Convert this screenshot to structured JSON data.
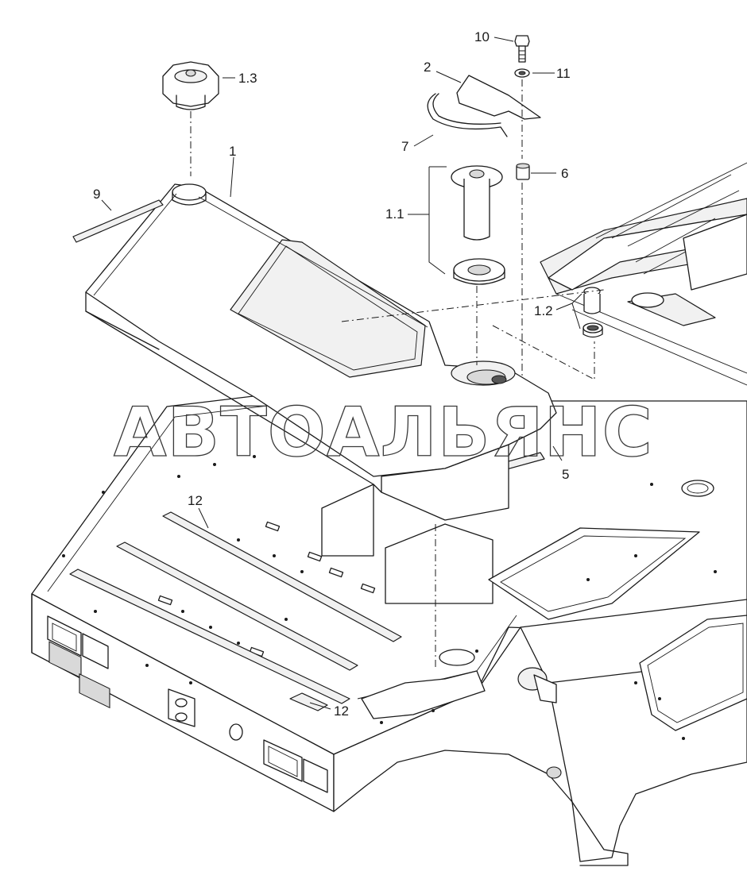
{
  "watermark": "АВТОАЛЬЯНС",
  "callouts": {
    "c1_3": "1.3",
    "c1": "1",
    "c9": "9",
    "c2": "2",
    "c7": "7",
    "c10": "10",
    "c11": "11",
    "c6": "6",
    "c1_1": "1.1",
    "c1_2": "1.2",
    "c5": "5",
    "c12_top": "12",
    "c12_bottom": "12"
  }
}
